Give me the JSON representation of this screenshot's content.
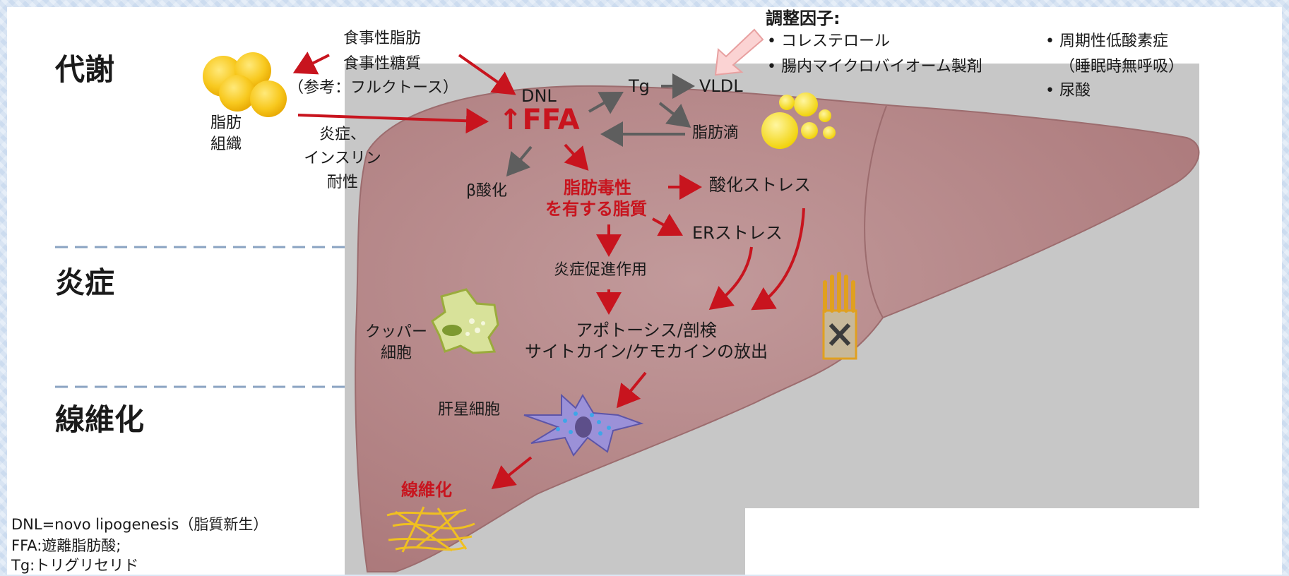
{
  "sections": {
    "metabolism": "代謝",
    "inflammation": "炎症",
    "fibrosis": "線維化"
  },
  "adipose": {
    "label_line1": "脂肪",
    "label_line2": "組織"
  },
  "diet": {
    "line1": "食事性脂肪",
    "line2": "食事性糖質",
    "note": "（参考：フルクトース）"
  },
  "inflam_insulin": {
    "line1": "炎症、",
    "line2": "インスリン",
    "line3": "耐性"
  },
  "nodes": {
    "dnl": "DNL",
    "ffa": "↑FFA",
    "tg": "Tg",
    "vldl": "VLDL",
    "lipid_droplet": "脂肪滴",
    "beta_ox": "β酸化",
    "lipotox_line1": "脂肪毒性",
    "lipotox_line2": "を有する脂質",
    "oxidative": "酸化ストレス",
    "er": "ERストレス",
    "promote": "炎症促進作用",
    "apoptosis_line1": "アポトーシス/剖検",
    "apoptosis_line2": "サイトカイン/ケモカインの放出",
    "kupffer_line1": "クッパー",
    "kupffer_line2": "細胞",
    "stellate": "肝星細胞",
    "fibrosis": "線維化"
  },
  "modifiers": {
    "title": "調整因子:",
    "col1": [
      "コレステロール",
      "腸内マイクロバイオーム製剤"
    ],
    "col2": [
      "周期性低酸素症",
      "（睡眠時無呼吸）",
      "尿酸"
    ]
  },
  "legend": [
    "DNL=novo lipogenesis（脂質新生）",
    "FFA:遊離脂肪酸;",
    "Tg:トリグリセリド"
  ],
  "colors": {
    "red": "#c8141e",
    "gray": "#5e5e5e",
    "liver": "#b98a8c",
    "gold": "#f5c21a"
  }
}
